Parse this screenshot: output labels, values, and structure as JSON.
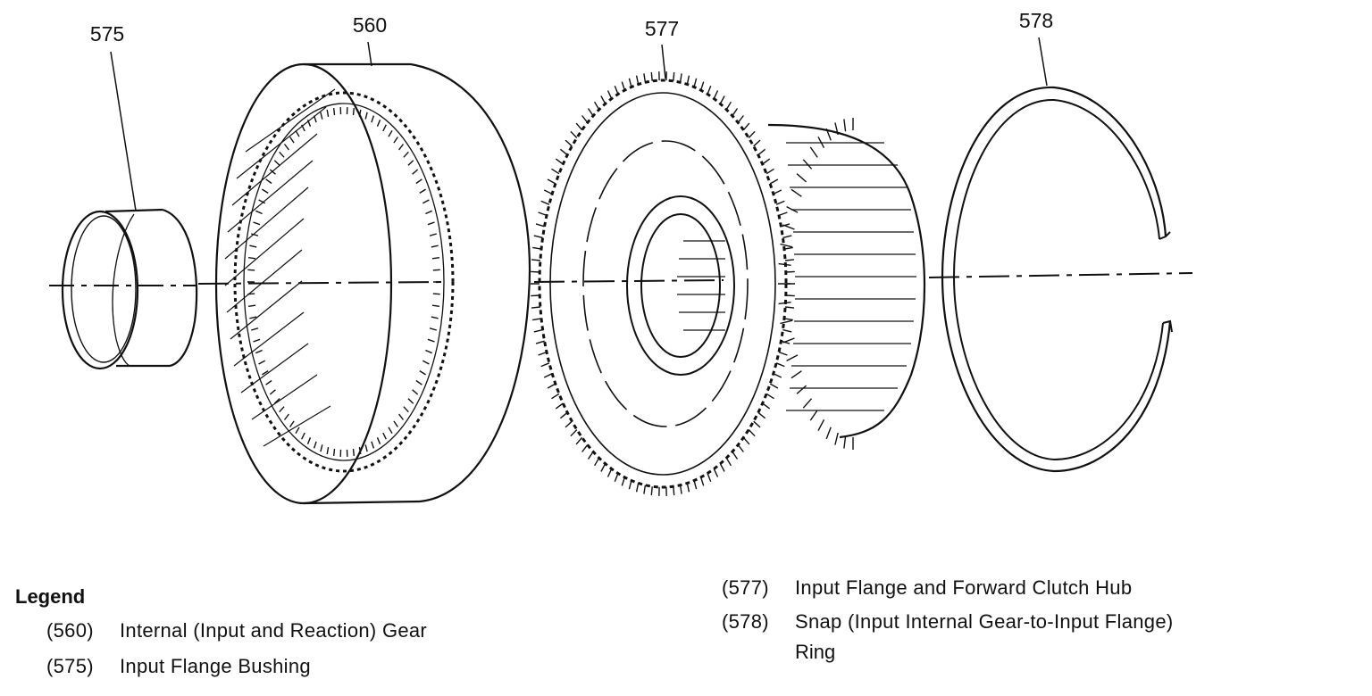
{
  "callouts": {
    "c575": "575",
    "c560": "560",
    "c577": "577",
    "c578": "578"
  },
  "legend": {
    "title": "Legend",
    "items": [
      {
        "num": "(560)",
        "text": "Internal (Input and Reaction) Gear"
      },
      {
        "num": "(575)",
        "text": "Input Flange Bushing"
      },
      {
        "num": "(577)",
        "text": "Input Flange and Forward Clutch Hub"
      },
      {
        "num": "(578)",
        "text": "Snap (Input Internal Gear-to-Input Flange)",
        "text2": "Ring"
      }
    ]
  }
}
